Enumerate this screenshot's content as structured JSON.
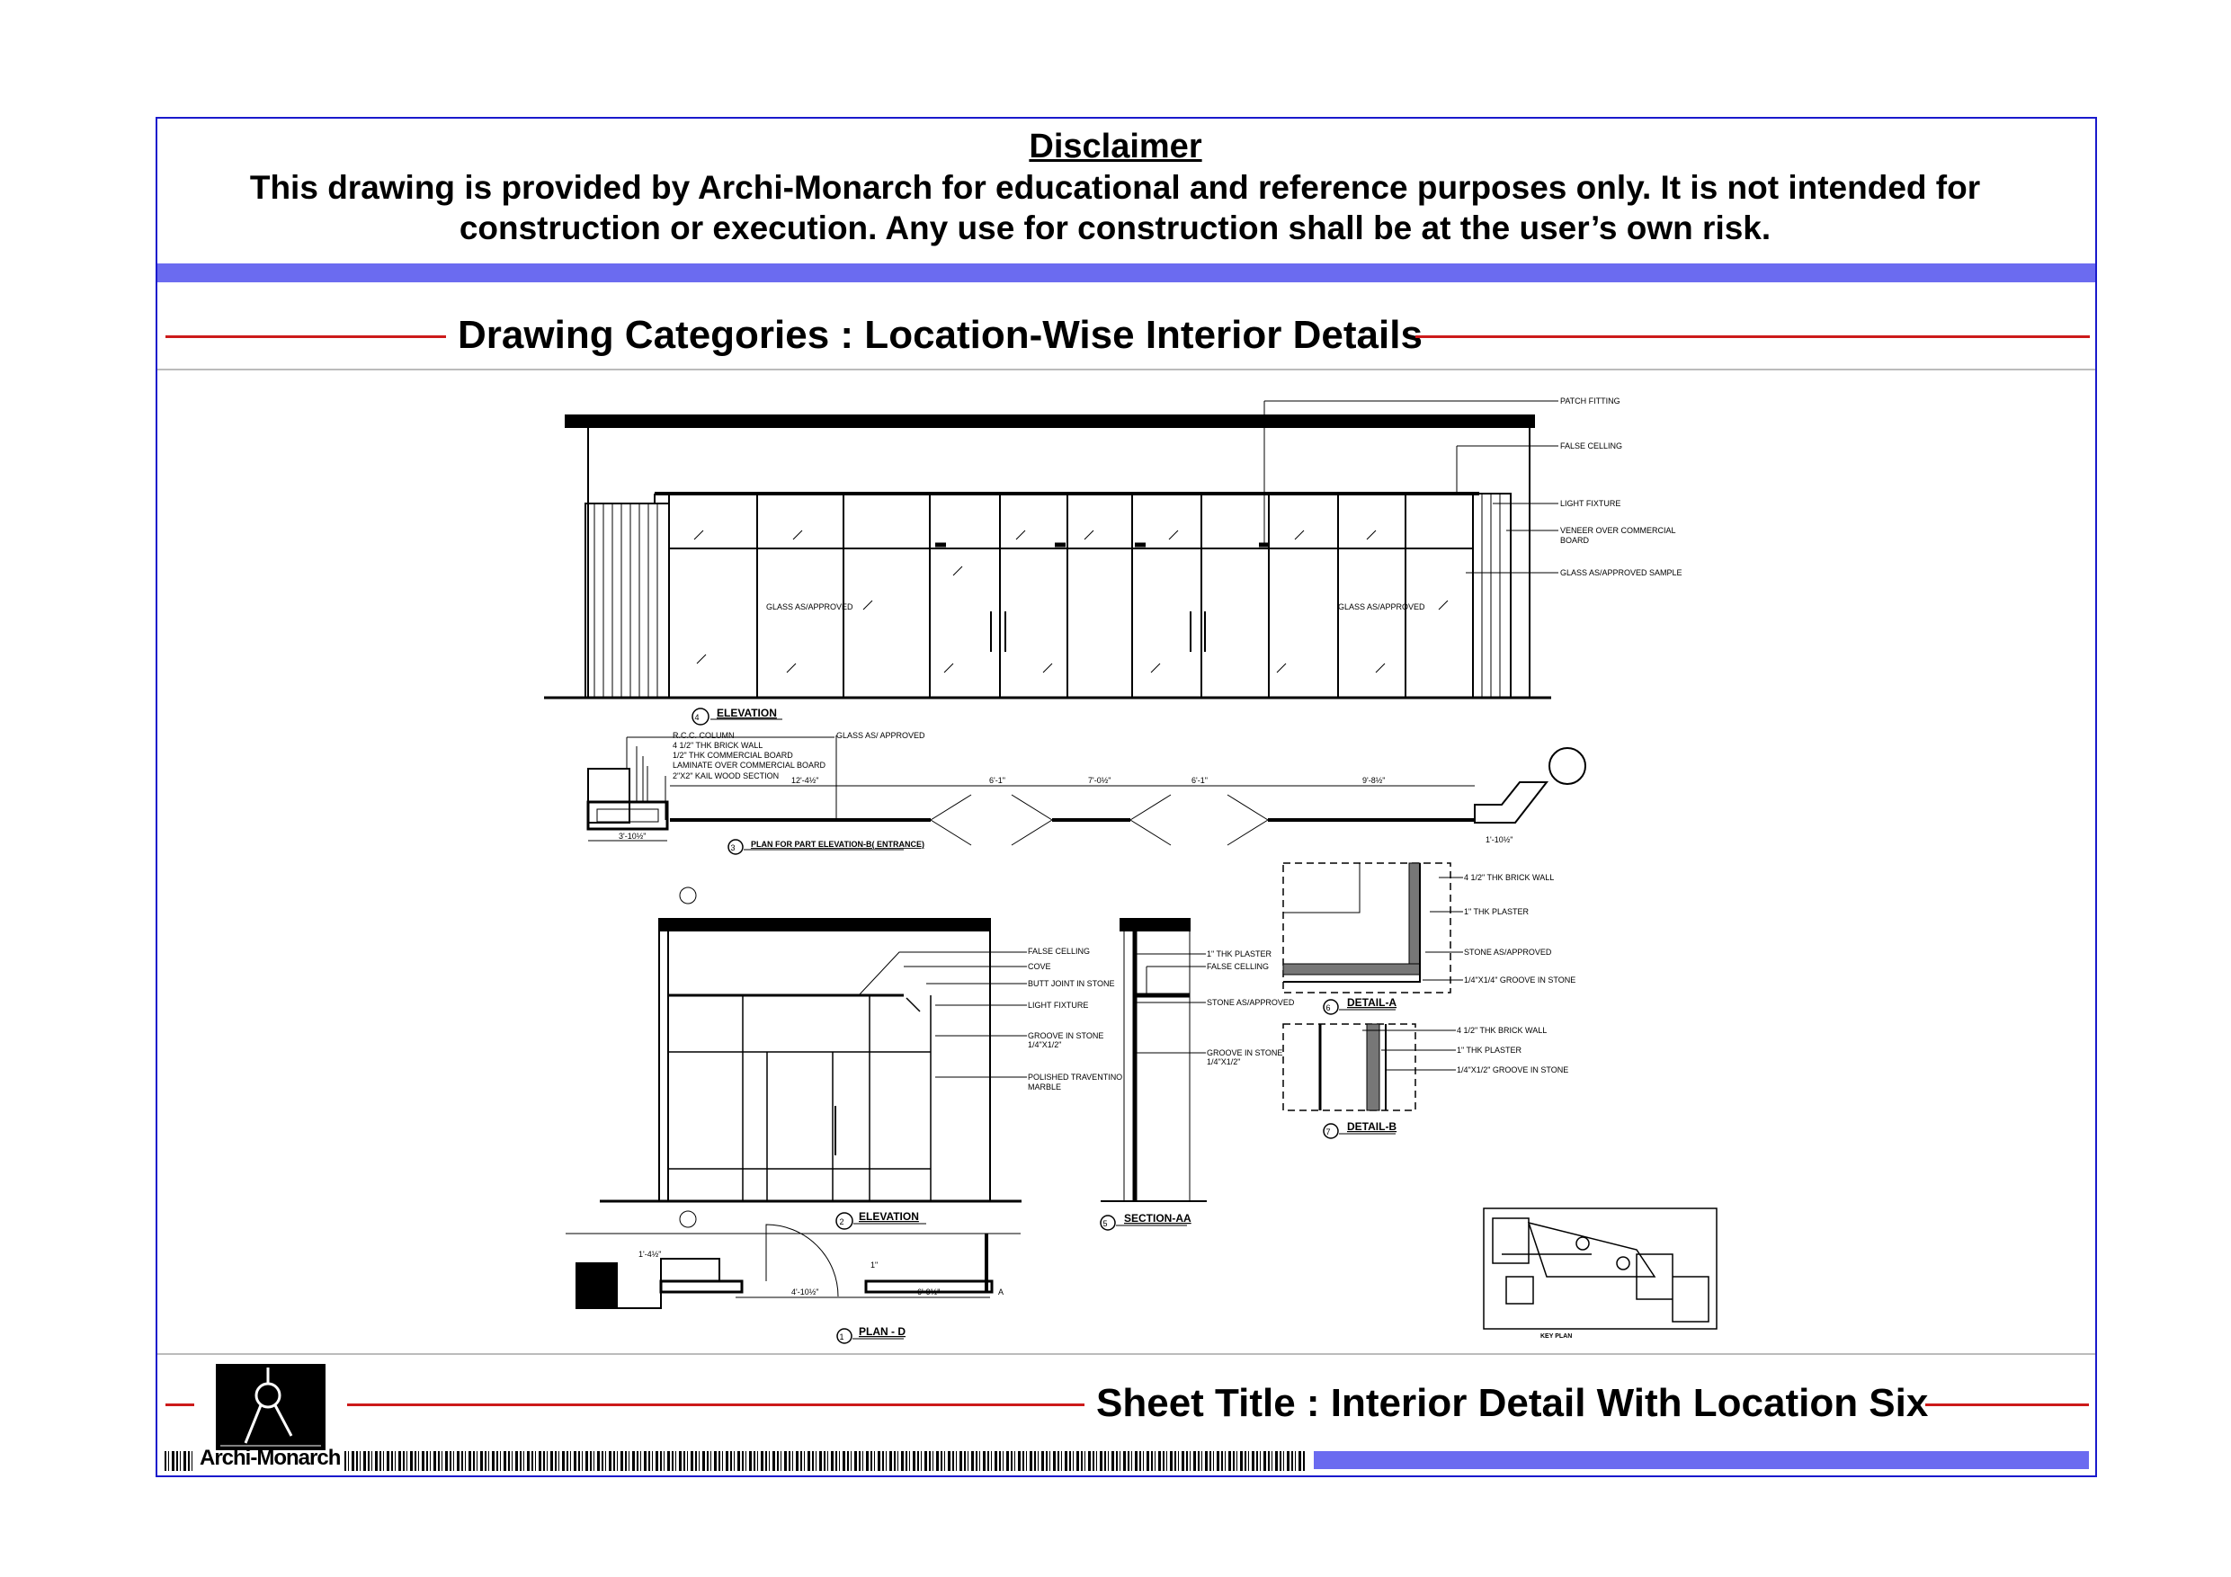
{
  "disclaimer": {
    "title": "Disclaimer",
    "line1": "This drawing is provided by Archi-Monarch for educational and reference purposes only. It is not intended for",
    "line2": "construction or execution. Any use for construction shall be at the user’s own risk."
  },
  "category_heading": "Drawing Categories : Location-Wise Interior Details",
  "sheet_title": "Sheet Title : Interior Detail With Location Six",
  "brand": "Archi-Monarch",
  "colors": {
    "frame": "#1a1acc",
    "accent_bar": "#6b6bf0",
    "rule": "#cc1a1a"
  },
  "elevation_4": {
    "number": "4",
    "title": "ELEVATION",
    "labels": [
      "PATCH FITTING",
      "FALSE CELLING",
      "LIGHT FIXTURE",
      "VENEER OVER COMMERCIAL",
      "BOARD",
      "GLASS AS/APPROVED SAMPLE"
    ],
    "panel_text": [
      "GLASS AS/APPROVED",
      "GLASS AS/APPROVED"
    ]
  },
  "plan_3": {
    "number": "3",
    "title": "PLAN FOR PART ELEVATION-B( ENTRANCE)",
    "labels": [
      "R.C.C. COLUMN",
      "4 1/2\" THK BRICK WALL",
      "1/2\" THK COMMERCIAL BOARD",
      "LAMINATE OVER COMMERCIAL BOARD",
      "2\"X2\" KAIL WOOD SECTION",
      "GLASS AS/ APPROVED"
    ],
    "dims": [
      "12'-4½\"",
      "6'-1\"",
      "7'-0½\"",
      "6'-1\"",
      "9'-8½\"",
      "3'-10½\"",
      "1'-10½\""
    ]
  },
  "elevation_2": {
    "number": "2",
    "title": "ELEVATION",
    "labels": [
      "FALSE CELLING",
      "COVE",
      "BUTT JOINT IN STONE",
      "LIGHT FIXTURE",
      "GROOVE IN STONE",
      "1/4\"X1/2\"",
      "POLISHED TRAVENTINO",
      "MARBLE"
    ]
  },
  "section_aa": {
    "number": "5",
    "title": "SECTION-AA",
    "labels": [
      "1\" THK PLASTER",
      "FALSE CELLING",
      "STONE AS/APPROVED",
      "GROOVE IN STONE",
      "1/4\"X1/2\""
    ]
  },
  "detail_a": {
    "number": "6",
    "title": "DETAIL-A",
    "labels": [
      "4 1/2\" THK BRICK WALL",
      "1\" THK PLASTER",
      "STONE AS/APPROVED",
      "1/4\"X1/4\" GROOVE IN STONE"
    ]
  },
  "detail_b": {
    "number": "7",
    "title": "DETAIL-B",
    "labels": [
      "4 1/2\" THK BRICK WALL",
      "1\" THK PLASTER",
      "1/4\"X1/2\" GROOVE IN STONE"
    ]
  },
  "plan_d": {
    "number": "1",
    "title": "PLAN - D",
    "dims": [
      "1'-4½\"",
      "1\"",
      "4'-10½\"",
      "6'-9½\""
    ],
    "marker": "A"
  },
  "key_plan": {
    "title": "KEY PLAN"
  }
}
